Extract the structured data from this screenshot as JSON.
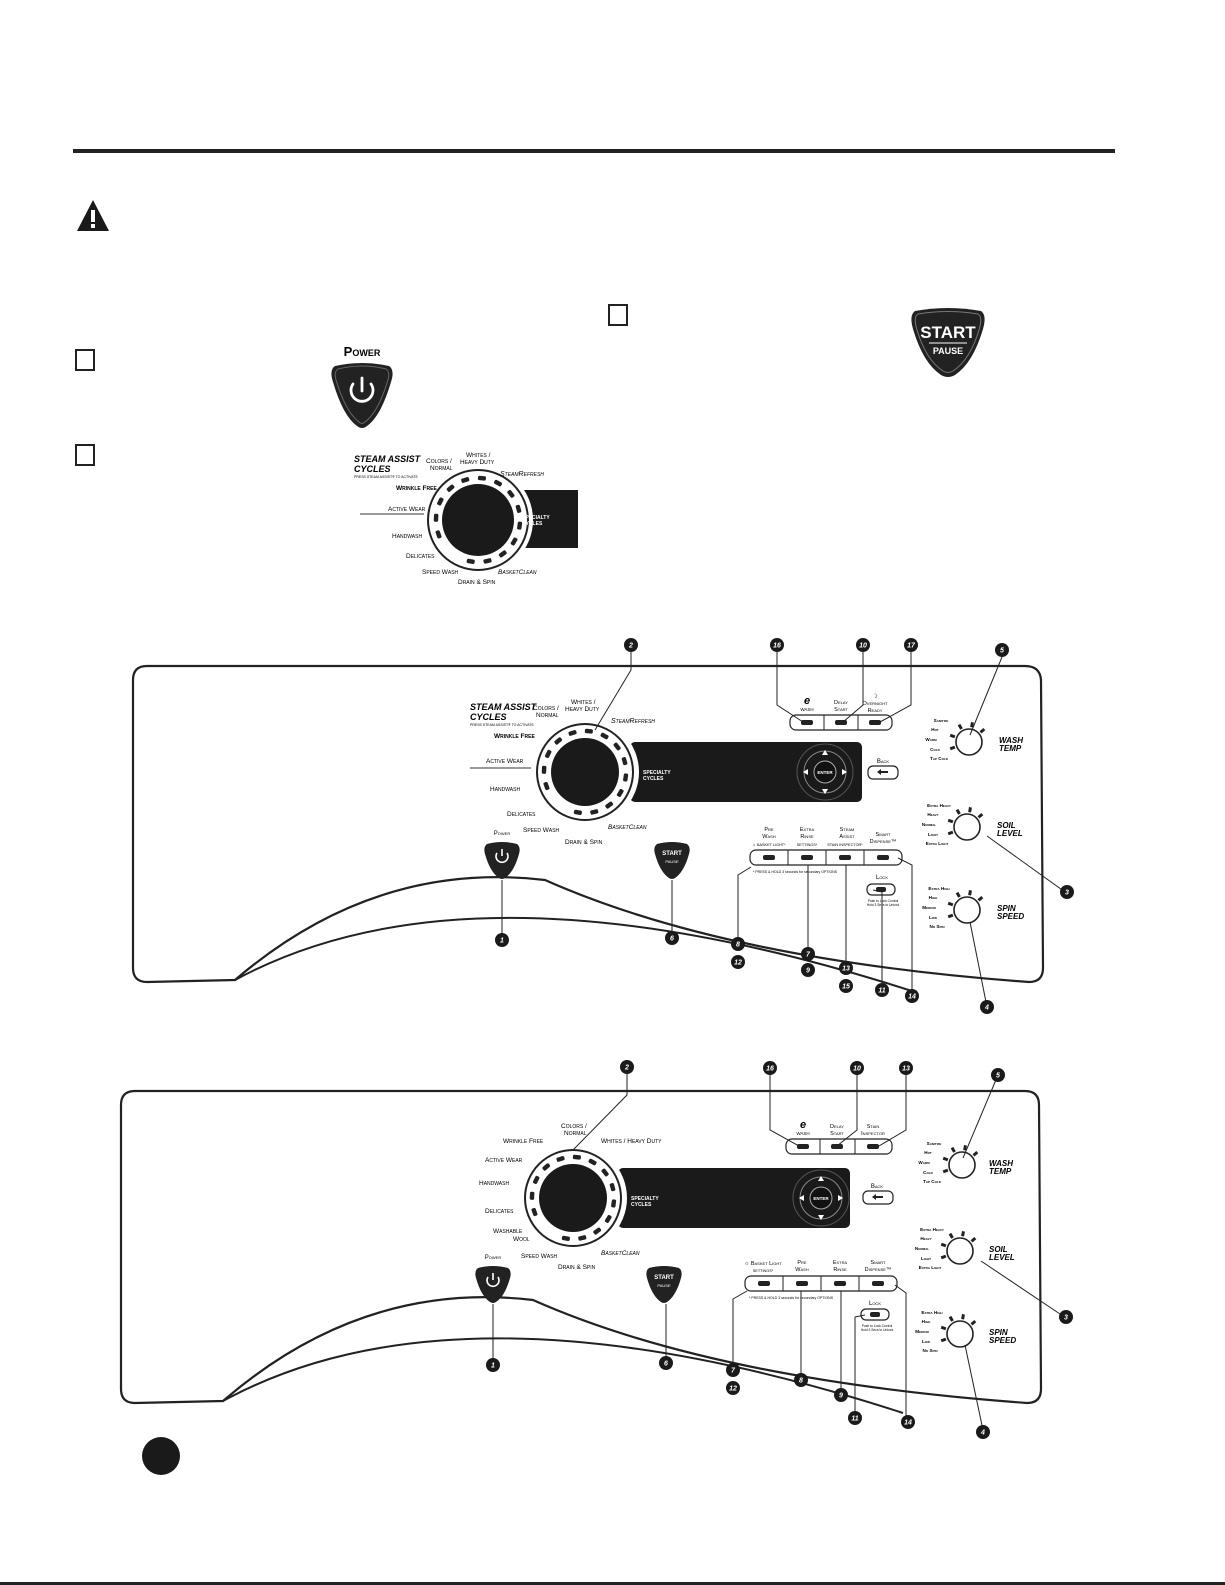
{
  "top": {
    "power_label": "Power",
    "start_main": "START",
    "start_sub": "PAUSE"
  },
  "callout_dial": {
    "steam_assist_title_1": "STEAM ASSIST",
    "steam_assist_title_2": "CYCLES",
    "steam_assist_note": "PRESS STEAM ASSIST® TO ACTIVATE",
    "colors_normal_1": "Colors /",
    "colors_normal_2": "Normal",
    "whites_heavy_1": "Whites /",
    "whites_heavy_2": "Heavy Duty",
    "steam_refresh": "SteamRefresh",
    "wrinkle_free": "Wrinkle Free",
    "active_wear": "Active Wear",
    "handwash": "Handwash",
    "delicates": "Delicates",
    "speed_wash": "Speed Wash",
    "basket_clean": "BasketClean",
    "drain_spin": "Drain & Spin",
    "specialty_1": "SPECIALTY",
    "specialty_2": "CYCLES"
  },
  "panel_a": {
    "steam_assist_title_1": "STEAM ASSIST",
    "steam_assist_title_2": "CYCLES",
    "steam_assist_note": "PRESS STEAM ASSIST® TO ACTIVATE",
    "colors_normal_1": "Colors /",
    "colors_normal_2": "Normal",
    "whites_heavy_1": "Whites /",
    "whites_heavy_2": "Heavy Duty",
    "steam_refresh": "SteamRefresh",
    "wrinkle_free": "Wrinkle Free",
    "active_wear": "Active Wear",
    "handwash": "Handwash",
    "delicates": "Delicates",
    "speed_wash": "Speed Wash",
    "basket_clean": "BasketClean",
    "drain_spin": "Drain & Spin",
    "specialty_1": "SPECIALTY",
    "specialty_2": "CYCLES",
    "enter": "ENTER",
    "back": "Back",
    "power": "Power",
    "start_main": "START",
    "start_sub": "PAUSE",
    "ewash": "WASH",
    "delay_1": "Delay",
    "delay_2": "Start",
    "overnight_1": "Overnight",
    "overnight_2": "Ready",
    "prewash_1": "Pre",
    "prewash_2": "Wash",
    "prewash_sub": "☼ BASKET LIGHT*",
    "extra_rinse_1": "Extra",
    "extra_rinse_2": "Rinse",
    "extra_rinse_sub": "SETTINGS*",
    "steam_assist_1": "Steam",
    "steam_assist_2": "Assist",
    "steam_assist_sub": "STAIN INSPECTOR*",
    "smart_1": "Smart",
    "smart_2": "Dispense™",
    "press_hold": "* PRESS & HOLD 3 seconds for secondary OPTIONS",
    "lock": "Lock",
    "lock_note_1": "Push to Lock Control",
    "lock_note_2": "Hold 3 Secs to Unlock",
    "wash_temp": [
      "Sanitize",
      "Hot",
      "Warm",
      "Cold",
      "Tap Cold"
    ],
    "wash_temp_title_1": "WASH",
    "wash_temp_title_2": "TEMP",
    "soil": [
      "Extra Heavy",
      "Heavy",
      "Normal",
      "Light",
      "Extra Light"
    ],
    "soil_title_1": "SOIL",
    "soil_title_2": "LEVEL",
    "spin": [
      "Extra High",
      "High",
      "Medium",
      "Low",
      "No Spin"
    ],
    "spin_title_1": "SPIN",
    "spin_title_2": "SPEED",
    "callouts": [
      "2",
      "16",
      "10",
      "17",
      "5",
      "3",
      "4",
      "1",
      "6",
      "8",
      "12",
      "7",
      "9",
      "13",
      "15",
      "11",
      "14"
    ]
  },
  "panel_b": {
    "colors_normal_1": "Colors /",
    "colors_normal_2": "Normal",
    "whites_heavy": "Whites / Heavy Duty",
    "wrinkle_free": "Wrinkle Free",
    "active_wear": "Active Wear",
    "handwash": "Handwash",
    "delicates": "Delicates",
    "washable_1": "Washable",
    "washable_2": "Wool",
    "speed_wash": "Speed Wash",
    "basket_clean": "BasketClean",
    "drain_spin": "Drain & Spin",
    "specialty_1": "SPECIALTY",
    "specialty_2": "CYCLES",
    "enter": "ENTER",
    "back": "Back",
    "power": "Power",
    "start_main": "START",
    "start_sub": "PAUSE",
    "ewash": "WASH",
    "delay_1": "Delay",
    "delay_2": "Start",
    "stain_1": "Stain",
    "stain_2": "Inspector",
    "basket_light": "☼ Basket Light",
    "basket_light_sub": "SETTINGS*",
    "prewash_1": "Pre",
    "prewash_2": "Wash",
    "extra_rinse_1": "Extra",
    "extra_rinse_2": "Rinse",
    "smart_1": "Smart",
    "smart_2": "Dispense™",
    "press_hold": "* PRESS & HOLD 3 seconds for secondary OPTIONS",
    "lock": "Lock",
    "lock_note_1": "Push to Lock Control",
    "lock_note_2": "Hold 3 Secs to Unlock",
    "wash_temp": [
      "Sanitize",
      "Hot",
      "Warm",
      "Cold",
      "Tap Cold"
    ],
    "wash_temp_title_1": "WASH",
    "wash_temp_title_2": "TEMP",
    "soil": [
      "Extra Heavy",
      "Heavy",
      "Normal",
      "Light",
      "Extra Light"
    ],
    "soil_title_1": "SOIL",
    "soil_title_2": "LEVEL",
    "spin": [
      "Extra High",
      "High",
      "Medium",
      "Low",
      "No Spin"
    ],
    "spin_title_1": "SPIN",
    "spin_title_2": "SPEED",
    "callouts": [
      "2",
      "16",
      "10",
      "13",
      "5",
      "3",
      "4",
      "1",
      "6",
      "7",
      "12",
      "8",
      "9",
      "11",
      "14"
    ]
  }
}
